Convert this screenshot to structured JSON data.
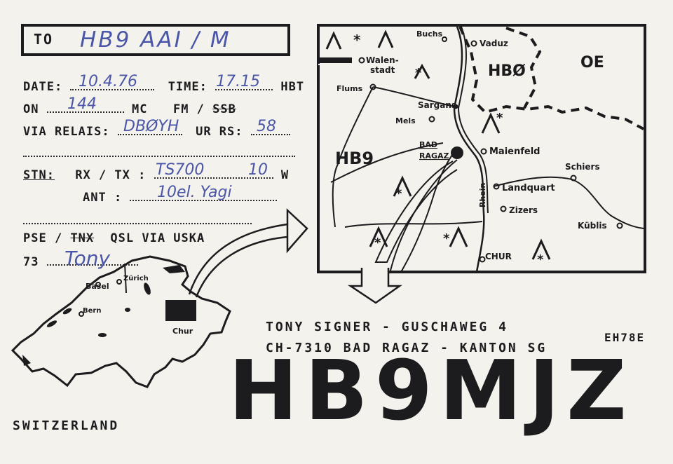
{
  "qsl": {
    "to_label": "TO",
    "to_value": "HB9 AAI / M",
    "date_label": "DATE:",
    "date_value": "10.4.76",
    "time_label": "TIME:",
    "time_value": "17.15",
    "time_suffix": "HBT",
    "on_label": "ON",
    "on_value": "144",
    "mc_label": "MC",
    "fm_label": "FM /",
    "ssb_label": "SSB",
    "via_label": "VIA RELAIS:",
    "via_value": "DBØYH",
    "rs_label": "UR RS:",
    "rs_value": "58",
    "stn_label": "STN:",
    "rxtx_label": "RX / TX :",
    "rxtx_value": "TS700",
    "power_value": "10",
    "power_unit": "W",
    "ant_label": "ANT :",
    "ant_value": "10el. Yagi",
    "pse_label": "PSE /",
    "tnx_label": "TNX",
    "qsl_via_label": "QSL VIA USKA",
    "seventy_three": "73",
    "signature": "Tony"
  },
  "address": {
    "line1": "TONY SIGNER - GUSCHAWEG 4",
    "line2": "CH-7310 BAD RAGAZ - KANTON SG",
    "locator": "EH78E"
  },
  "callsign": "HB9MJZ",
  "country": "SWITZERLAND",
  "swiss_map": {
    "cities": [
      "Basel",
      "Zürich",
      "Bern",
      "Chur"
    ]
  },
  "region_map": {
    "places": [
      "Buchs",
      "Vaduz",
      "Walen-",
      "stadt",
      "Flums",
      "Sargans",
      "Mels",
      "BAD",
      "RAGAZ",
      "Maienfeld",
      "Schiers",
      "Landquart",
      "Zizers",
      "Küblis",
      "CHUR",
      "Rhein"
    ],
    "regions": [
      "HBØ",
      "OE",
      "HB9"
    ]
  },
  "colors": {
    "ink": "#1c1b1d",
    "pen": "#4a56a8",
    "paper": "#f4f2ec"
  }
}
